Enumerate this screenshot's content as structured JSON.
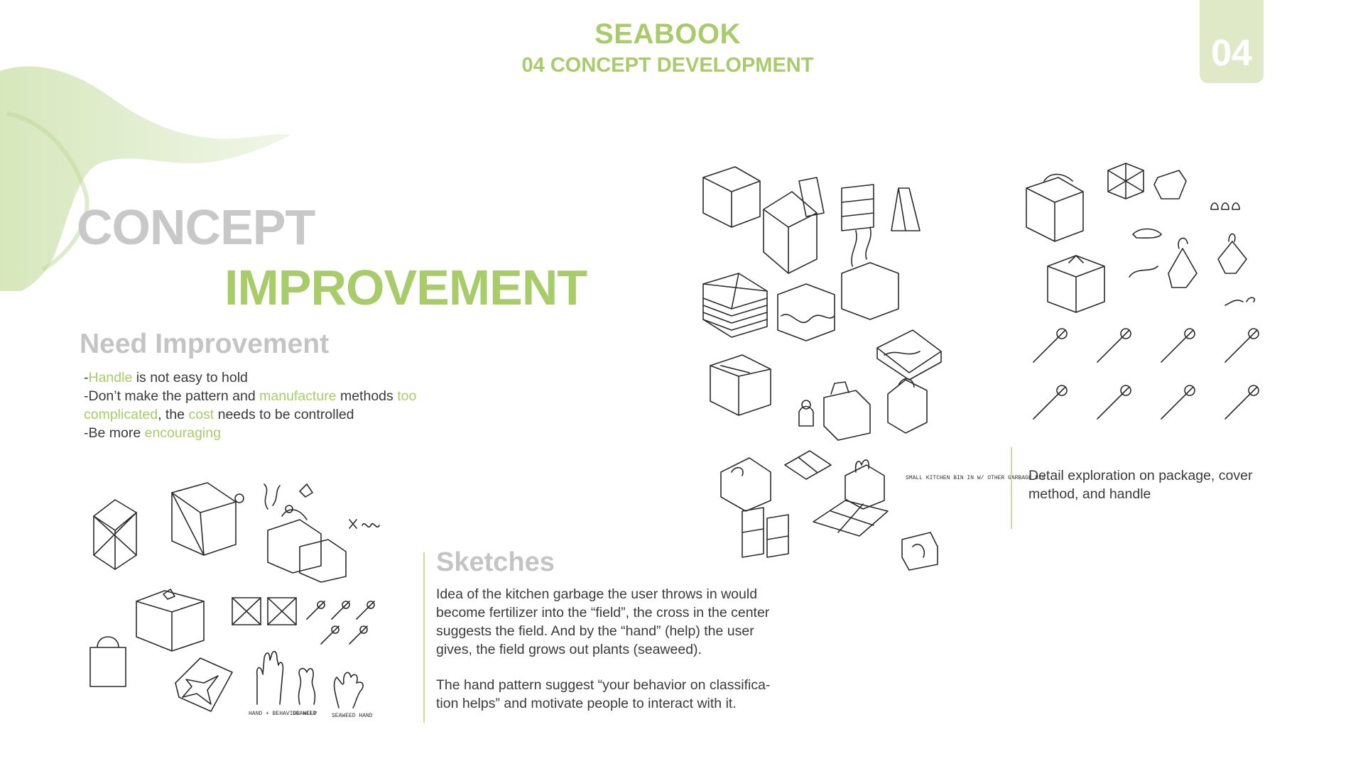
{
  "header": {
    "title": "SEABOOK",
    "subtitle": "04 CONCEPT DEVELOPMENT",
    "page_number": "04"
  },
  "headings": {
    "concept": "CONCEPT",
    "improvement": "IMPROVEMENT",
    "need_improvement": "Need Improvement",
    "sketches": "Sketches"
  },
  "need_list": {
    "l1_a": "-",
    "l1_b": "Handle",
    "l1_c": " is not easy to hold",
    "l2_a": "-Don’t make the pattern and ",
    "l2_b": "manufacture",
    "l2_c": " methods ",
    "l2_d": "too",
    "l3_a": "complicated",
    "l3_b": ", the ",
    "l3_c": "cost",
    "l3_d": " needs to be controlled",
    "l4_a": "-Be more ",
    "l4_b": "encouraging"
  },
  "sketches_text": {
    "p1": "Idea of the kitchen garbage the user throws in would become fertilizer into the “field”, the cross in the center suggests the field. And by the “hand” (help) the user gives, the field grows out plants (seaweed).",
    "p2": "The hand pattern suggest “your behavior on classifica-tion helps” and motivate people to interact with it."
  },
  "detail_caption": "Detail exploration on package, cover method, and handle",
  "sketch_notes": {
    "hand": "HAND + BEHAVIOR HELP",
    "seaweed": "SEAWEED",
    "seaweed_hand": "SEAWEED HAND",
    "small_bin": "SMALL KITCHEN BIN IN W/ OTHER GARBAGE BIN"
  },
  "colors": {
    "accent": "#a9cc6a",
    "heading_grey": "#c8c8c8",
    "badge_bg": "#dfe9c8",
    "body_text": "#3a3a3a"
  }
}
